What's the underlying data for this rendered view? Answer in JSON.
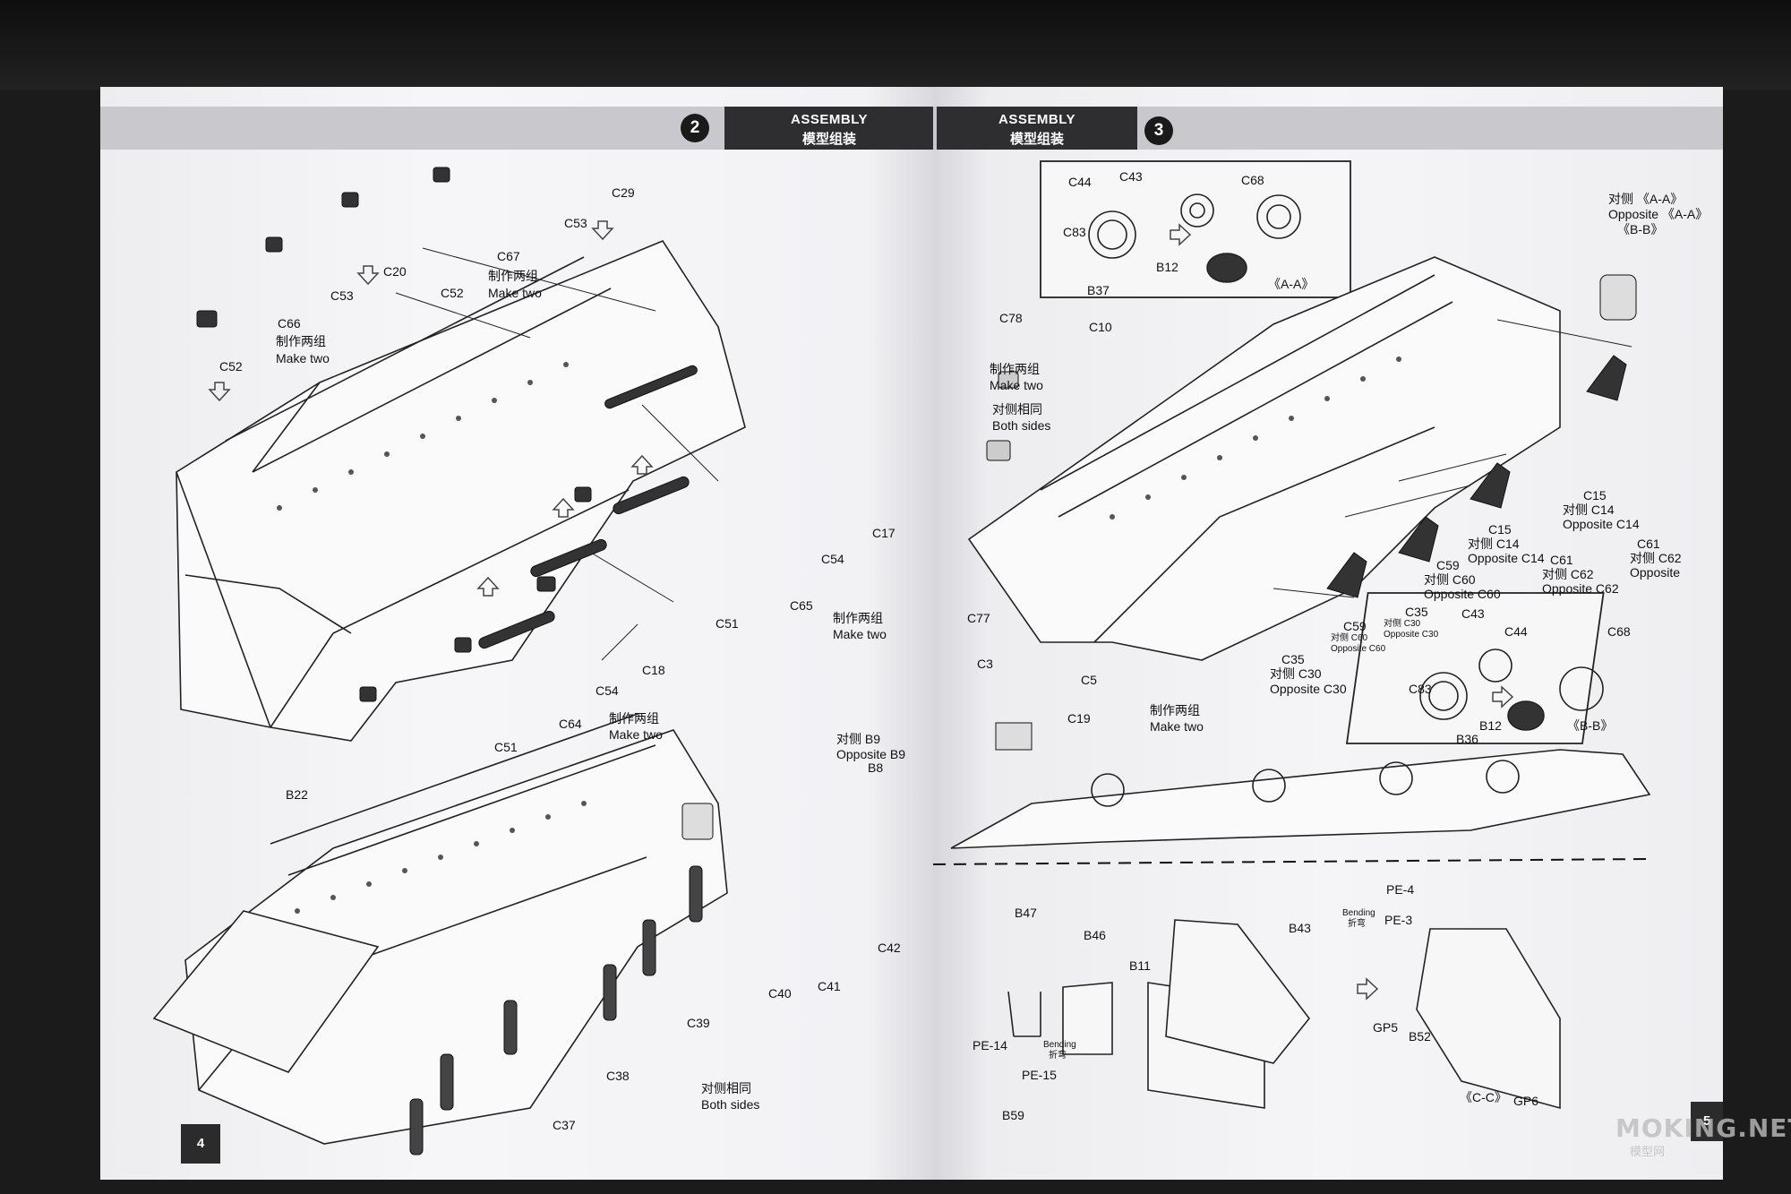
{
  "left_page": {
    "step_number": "2",
    "header_en": "ASSEMBLY",
    "header_cn": "模型组装",
    "page_number": "4",
    "labels": [
      {
        "id": "c29",
        "text": "C29"
      },
      {
        "id": "c53a",
        "text": "C53"
      },
      {
        "id": "c20",
        "text": "C20"
      },
      {
        "id": "c67",
        "text": "C67"
      },
      {
        "id": "mt1cn",
        "text": "制作两组"
      },
      {
        "id": "mt1en",
        "text": "Make two"
      },
      {
        "id": "c52a",
        "text": "C52"
      },
      {
        "id": "c53b",
        "text": "C53"
      },
      {
        "id": "c66",
        "text": "C66"
      },
      {
        "id": "mt2cn",
        "text": "制作两组"
      },
      {
        "id": "mt2en",
        "text": "Make two"
      },
      {
        "id": "c52b",
        "text": "C52"
      },
      {
        "id": "c17",
        "text": "C17"
      },
      {
        "id": "c54a",
        "text": "C54"
      },
      {
        "id": "c65",
        "text": "C65"
      },
      {
        "id": "c51a",
        "text": "C51"
      },
      {
        "id": "mt3cn",
        "text": "制作两组"
      },
      {
        "id": "mt3en",
        "text": "Make two"
      },
      {
        "id": "c18",
        "text": "C18"
      },
      {
        "id": "c54b",
        "text": "C54"
      },
      {
        "id": "c64",
        "text": "C64"
      },
      {
        "id": "mt4cn",
        "text": "制作两组"
      },
      {
        "id": "mt4en",
        "text": "Make two"
      },
      {
        "id": "c51b",
        "text": "C51"
      },
      {
        "id": "b9cn",
        "text": "对侧 B9"
      },
      {
        "id": "b9en",
        "text": "Opposite B9"
      },
      {
        "id": "b8",
        "text": "B8"
      },
      {
        "id": "b22",
        "text": "B22"
      },
      {
        "id": "c42",
        "text": "C42"
      },
      {
        "id": "c40",
        "text": "C40"
      },
      {
        "id": "c41",
        "text": "C41"
      },
      {
        "id": "c39",
        "text": "C39"
      },
      {
        "id": "c38",
        "text": "C38"
      },
      {
        "id": "c37",
        "text": "C37"
      },
      {
        "id": "bscn",
        "text": "对侧相同"
      },
      {
        "id": "bsen",
        "text": "Both sides"
      }
    ]
  },
  "right_page": {
    "step_number": "3",
    "header_en": "ASSEMBLY",
    "header_cn": "模型组装",
    "page_number": "5",
    "labels": [
      {
        "id": "c44a",
        "text": "C44"
      },
      {
        "id": "c43a",
        "text": "C43"
      },
      {
        "id": "c68a",
        "text": "C68"
      },
      {
        "id": "c83a",
        "text": "C83"
      },
      {
        "id": "b12a",
        "text": "B12"
      },
      {
        "id": "b37",
        "text": "B37"
      },
      {
        "id": "aa",
        "text": "《A-A》"
      },
      {
        "id": "aa_cn",
        "text": "对侧 《A-A》"
      },
      {
        "id": "aa_en",
        "text": "Opposite 《A-A》"
      },
      {
        "id": "bb",
        "text": "《B-B》"
      },
      {
        "id": "c78",
        "text": "C78"
      },
      {
        "id": "c10",
        "text": "C10"
      },
      {
        "id": "mt5cn",
        "text": "制作两组"
      },
      {
        "id": "mt5en",
        "text": "Make two"
      },
      {
        "id": "bs2cn",
        "text": "对侧相同"
      },
      {
        "id": "bs2en",
        "text": "Both sides"
      },
      {
        "id": "c15a",
        "text": "C15"
      },
      {
        "id": "c14a_cn",
        "text": "对侧 C14"
      },
      {
        "id": "c14a_en",
        "text": "Opposite C14"
      },
      {
        "id": "c15b",
        "text": "C15"
      },
      {
        "id": "c14b_cn",
        "text": "对侧 C14"
      },
      {
        "id": "c14b_en",
        "text": "Opposite C14"
      },
      {
        "id": "c61a",
        "text": "C61"
      },
      {
        "id": "c62a_cn",
        "text": "对侧 C62"
      },
      {
        "id": "c62a_en",
        "text": "Opposite"
      },
      {
        "id": "c61b",
        "text": "C61"
      },
      {
        "id": "c62b_cn",
        "text": "对侧 C62"
      },
      {
        "id": "c62b_en",
        "text": "Opposite C62"
      },
      {
        "id": "c59a",
        "text": "C59"
      },
      {
        "id": "c60a_cn",
        "text": "对侧 C60"
      },
      {
        "id": "c60a_en",
        "text": "Opposite C60"
      },
      {
        "id": "c35a",
        "text": "C35"
      },
      {
        "id": "c30a_cn",
        "text": "对侧 C30"
      },
      {
        "id": "c30a_en",
        "text": "Opposite C30"
      },
      {
        "id": "c59b",
        "text": "C59"
      },
      {
        "id": "c60b_cn",
        "text": "对侧 C60"
      },
      {
        "id": "c60b_en",
        "text": "Opposite C60"
      },
      {
        "id": "c35b",
        "text": "C35"
      },
      {
        "id": "c30b_cn",
        "text": "对侧 C30"
      },
      {
        "id": "c30b_en",
        "text": "Opposite C30"
      },
      {
        "id": "c77",
        "text": "C77"
      },
      {
        "id": "c3",
        "text": "C3"
      },
      {
        "id": "c5",
        "text": "C5"
      },
      {
        "id": "c19",
        "text": "C19"
      },
      {
        "id": "mt6cn",
        "text": "制作两组"
      },
      {
        "id": "mt6en",
        "text": "Make two"
      },
      {
        "id": "c43b",
        "text": "C43"
      },
      {
        "id": "c44b",
        "text": "C44"
      },
      {
        "id": "c68b",
        "text": "C68"
      },
      {
        "id": "c83b",
        "text": "C83"
      },
      {
        "id": "b12b",
        "text": "B12"
      },
      {
        "id": "b36",
        "text": "B36"
      },
      {
        "id": "bb2",
        "text": "《B-B》"
      },
      {
        "id": "pe4",
        "text": "PE-4"
      },
      {
        "id": "pe3",
        "text": "PE-3"
      },
      {
        "id": "bend1en",
        "text": "Bending"
      },
      {
        "id": "bend1cn",
        "text": "折弯"
      },
      {
        "id": "b47",
        "text": "B47"
      },
      {
        "id": "b46",
        "text": "B46"
      },
      {
        "id": "b11",
        "text": "B11"
      },
      {
        "id": "b43",
        "text": "B43"
      },
      {
        "id": "gp5",
        "text": "GP5"
      },
      {
        "id": "b52",
        "text": "B52"
      },
      {
        "id": "pe14",
        "text": "PE-14"
      },
      {
        "id": "bend2en",
        "text": "Bending"
      },
      {
        "id": "bend2cn",
        "text": "折弯"
      },
      {
        "id": "pe15",
        "text": "PE-15"
      },
      {
        "id": "b59",
        "text": "B59"
      },
      {
        "id": "cc",
        "text": "《C-C》"
      },
      {
        "id": "gp6",
        "text": "GP6"
      }
    ]
  },
  "watermark": {
    "text": "MOKING.NET",
    "cn": "模型网"
  },
  "colors": {
    "header_dark": "#2e2e31",
    "band_grey": "#c9c9cd",
    "paper": "#f4f4f6",
    "ink": "#111111",
    "background": "#1b1b1b"
  }
}
